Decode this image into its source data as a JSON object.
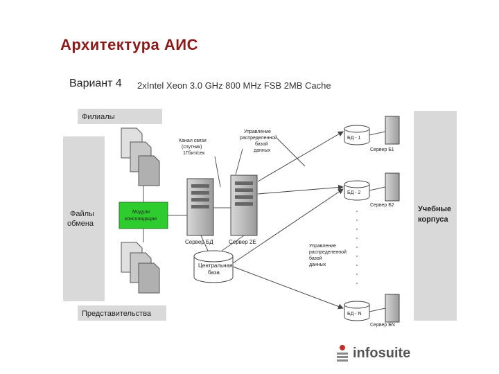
{
  "slide": {
    "title": "Архитектура АИС",
    "variant": "Вариант 4",
    "spec": "2xIntel Xeon 3.0 GHz 800 MHz FSB 2MB Cache"
  },
  "diagram": {
    "filials": "Филиалы",
    "exchange_files": [
      "Файлы",
      "обмена"
    ],
    "representations": "Представительства",
    "consolidation_module": [
      "Модули",
      "консолидации"
    ],
    "channel": [
      "Канал связи",
      "(спутник)",
      "1Гбит/сек"
    ],
    "distributed_mgmt_top": [
      "Управление",
      "распределенной",
      "базой",
      "данных"
    ],
    "distributed_mgmt_bottom": [
      "Управление",
      "распределенной",
      "базой",
      "данных"
    ],
    "server_db": "Сервер БД",
    "server_2": "Сервер 2Е",
    "central_db": [
      "Центральная",
      "база"
    ],
    "db1": "БД - 1",
    "db2": "БД - 2",
    "dbn": "БД - N",
    "server_db1": "Сервер Б1",
    "server_db2": "Сервер Б2",
    "server_dbn": "Сервер БN",
    "campuses": [
      "Учебные",
      "корпуса"
    ]
  },
  "logo": {
    "text": "infosuite",
    "color": "#c0302a"
  }
}
